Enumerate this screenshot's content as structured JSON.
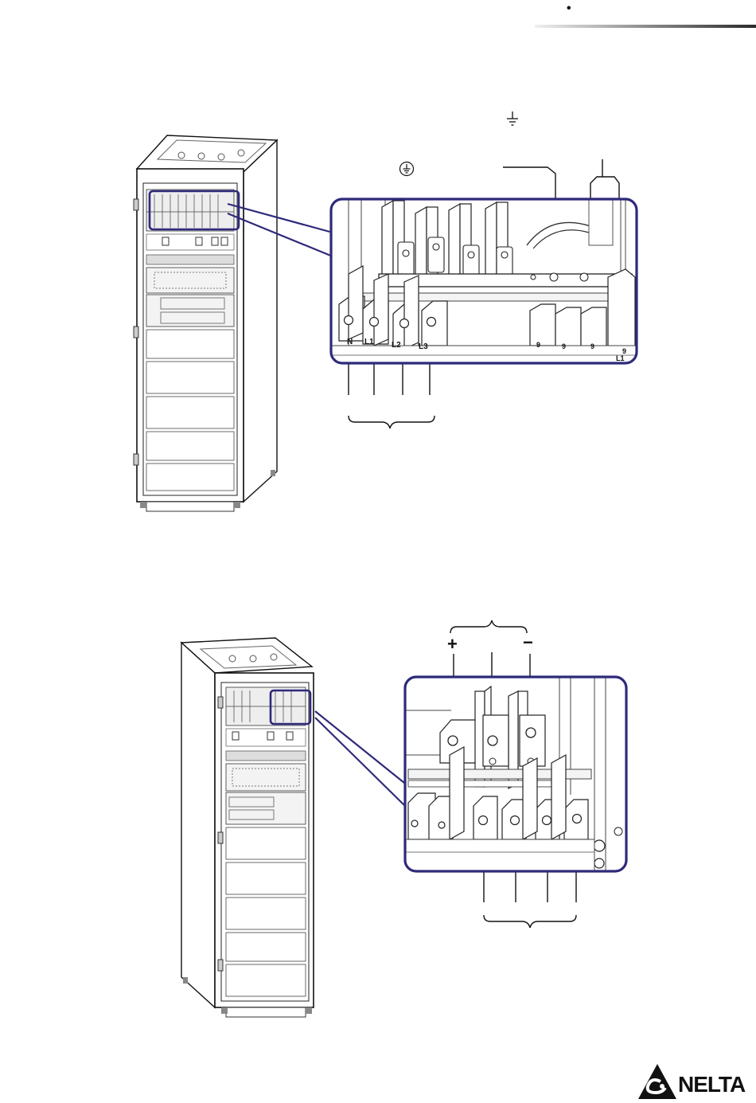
{
  "header": {
    "bullet": "•"
  },
  "colors": {
    "highlight": "#2e2a7a",
    "line": "#1a1a1a",
    "gray": "#8a8a8a",
    "light": "#d8d8d8"
  },
  "diagram_top": {
    "terminal_labels": [
      "N",
      "L1",
      "L2",
      "L3"
    ],
    "bus_labels": [
      "9",
      "9",
      "9",
      "9",
      "L1"
    ]
  },
  "diagram_bottom": {
    "battery_labels": {
      "positive": "+",
      "negative": "−"
    }
  },
  "brand": {
    "name": "NELTA"
  }
}
